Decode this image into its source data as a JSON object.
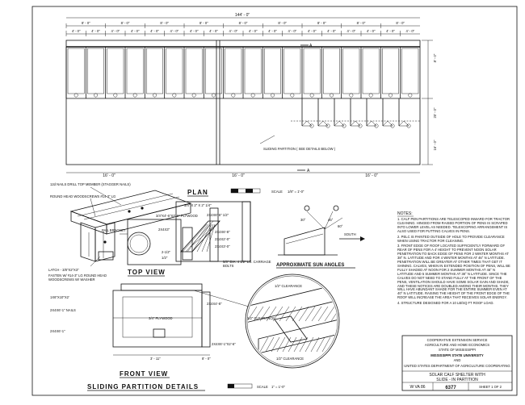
{
  "plan": {
    "title": "PLAN",
    "scale_label": "SCALE",
    "scale_value": "1/8\" = 1'-0\"",
    "overall_width": "144' - 0\"",
    "bay_widths_top": [
      "8' - 0\"",
      "8' - 0\"",
      "8' - 0\"",
      "8' - 0\"",
      "8' - 0\"",
      "8' - 0\"",
      "8' - 0\"",
      "8' - 0\"",
      "8' - 0\""
    ],
    "bay_widths_lower": [
      "4' - 0\"",
      "4' - 0\"",
      "4' - 0\"",
      "4' - 0\"",
      "4' - 0\"",
      "4' - 0\"",
      "4' - 0\"",
      "4' - 0\"",
      "4' - 0\"",
      "4' - 0\"",
      "4' - 0\"",
      "4' - 0\"",
      "4' - 0\"",
      "4' - 0\"",
      "4' - 0\"",
      "4' - 0\"",
      "4' - 0\"",
      "4' - 0\""
    ],
    "bottom_dims": [
      "16' - 0\"",
      "16' - 0\"",
      "16' - 0\""
    ],
    "side_dims": [
      "8' - 0\"",
      "20' - 0\"",
      "16' - 0\""
    ],
    "section_marks": [
      "A",
      "A"
    ],
    "partition_note": "SLIDING PARTITION ( SEE DETAILS BELOW )"
  },
  "detail": {
    "callouts_left": [
      "12d NAILS DRILL TOP MEMBER (STAGGER NAILS)",
      "ROUND HEAD WOODSCREWS #14-3\" LG",
      "PAIL BRACKET",
      "2X4X3\"",
      "LATCH - 3/8\"X2\"X3\"",
      "FASTEN W/ #14-3\" LG ROUND HEAD WOODSCREWS W/ WASHER"
    ],
    "callouts_right": [
      "3/4\" X 2\" X 2\" 1/4\"",
      "3/4\"X4'-6\"X2'-6\" PLYWOOD",
      "2X4X6'-6\" 1/2\"",
      "2X4X6'-8\"",
      "2X4X2'-0\"",
      "2X4X3'-0\"",
      "5/8\" DIA. 4 1/2\" LG. CARRIAGE BOLTS"
    ]
  },
  "top_view": {
    "title": "TOP VIEW",
    "labels": [
      "2-1/2\"",
      "1/2\""
    ]
  },
  "front_view": {
    "title": "FRONT VIEW",
    "labels": [
      "1X6\"X10\"X2'",
      "2X4X6'-1\" NAILS",
      "2X4X6'-1\"",
      "3/4\" PLYWOOD",
      "2X4X4'-8\"",
      "2X4X6'-1\"X2'-6\"",
      "3' - 11\"",
      "8' - 0\""
    ]
  },
  "sliding_details": {
    "title": "SLIDING PARTITION DETAILS",
    "scale_label": "SCALE",
    "scale_value": "1\" = 1'-0\"",
    "clearances": [
      "1/2\" CLEARANCE",
      "1/2\" CLEARANCE",
      "1/2\" CLEARANCE"
    ]
  },
  "sun": {
    "title": "APPROXIMATE SUN ANGLES",
    "south_label": "SOUTH",
    "labels": [
      "30°",
      "45°",
      "60°"
    ]
  },
  "notes": {
    "heading": "NOTES:",
    "items": [
      "1. CALF PEN PARTITIONS ARE TELESCOPED INWARD FOR TRACTOR CLEANING. HINGED FROM RAISED PORTION OF PENS IS SCRAPED INTO LOWER LEVEL AS NEEDED. TELESCOPING ARRANGEMENT IS ALSO USED FOR PUTTING CALVES IN PENS.",
      "2. PELC IS PAINTED OUTSIDE OF HOLE TO PROVIDE CLEARANCE WHEN USING TRACTOR FOR CLEANING.",
      "3. FRONT EDGE OF ROOF LOCATED SUFFICIENTLY FORWARD OF REAR OF PENS FOR A 4' HEIGHT TO PREVENT NOON SOLAR PENETRATION TO BACK EDGE OF PENS FOR 2 WINTER MONTHS AT 38° N. LATITUDE AND FOR 4 WINTER MONTHS AT 46° N LATITUDE. PENETRATION WILL BE GREATER AT OTHER TIMES THAT GET IT SHINING. CALVES, WHEN IN EXTENDED POSITION OF PENS, WILL BE FULLY SHADED AT NOON FOR 2 SUMMER MONTHS AT 46° N LATITUDE AND 5 SUMMER MONTHS AT 38° N LATITUDE. SINCE THE CALVES DO NOT NEED TO STAND FULLY AT THE FRONT OF THE PENS, VENTILATION SHOULD HAVE SOME SOLAR GAIN AND SHADE, AND THESE NOTICES ARE DOUBLED AMONG THEIR MONTHS. THEY WILL HAVE ABUNDANT SHADE FOR THE ENTIRE SUMMER EVEN AT 40° N LATITUDE. RAISING THE HEIGHT OF THE FRONT EDGE OF THE ROOF WILL INCREASE THE AREA THAT RECEIVES SOLAR ENERGY.",
      "4. STRUCTURE DESIGNED FOR A 10 LB/SQ FT ROOF LOAD."
    ]
  },
  "title_block": {
    "line1": "COOPERATIVE EXTENSION SERVICE",
    "line2": "AGRICULTURE AND HOME ECONOMICS",
    "line3": "STATE OF MISSISSIPPI",
    "line4": "MISSISSIPPI STATE UNIVERSITY",
    "line5": "AND",
    "line6": "UNITED STATES DEPARTMENT OF AGRICULTURE COOPERATING",
    "drawing_title1": "SOLAR CALF SHELTER WITH",
    "drawing_title2": "SLIDE - IN PARTITION",
    "plan_no": "W VA 86",
    "number": "6377",
    "sheet": "SHEET 1 OF 2"
  }
}
